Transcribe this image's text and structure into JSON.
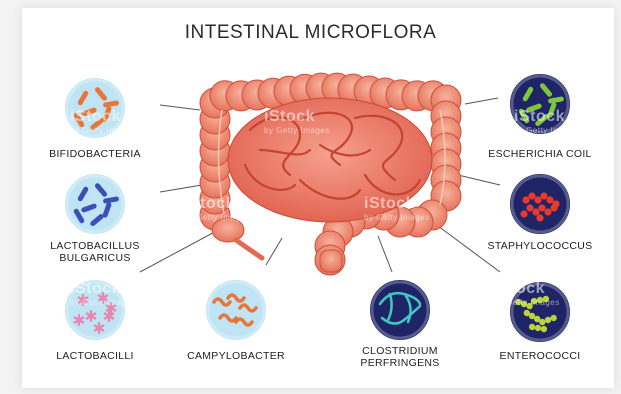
{
  "title": "INTESTINAL MICROFLORA",
  "watermark": {
    "brand": "iStock",
    "sub": "by Getty Images"
  },
  "bacteria": [
    {
      "id": "bifidobacteria",
      "label_lines": [
        "BIFIDOBACTERIA"
      ],
      "bg": "#bfe4f4",
      "shape": "rod",
      "color": "#e8763a"
    },
    {
      "id": "lactobacillus-bulgaricus",
      "label_lines": [
        "LACTOBACILLUS",
        "BULGARICUS"
      ],
      "bg": "#bfe4f4",
      "shape": "rod",
      "color": "#3b4fb8"
    },
    {
      "id": "lactobacilli",
      "label_lines": [
        "LACTOBACILLI"
      ],
      "bg": "#bfe4f4",
      "shape": "star",
      "color": "#e888b0"
    },
    {
      "id": "campylobacter",
      "label_lines": [
        "CAMPYLOBACTER"
      ],
      "bg": "#bfe4f4",
      "shape": "spiral",
      "color": "#e8763a"
    },
    {
      "id": "clostridium-perfringens",
      "label_lines": [
        "CLOSTRIDIUM",
        "PERFRINGENS"
      ],
      "bg": "#1e2466",
      "shape": "filament",
      "color": "#3fc9c0"
    },
    {
      "id": "enterococci",
      "label_lines": [
        "ENTEROCOCCI"
      ],
      "bg": "#1e2466",
      "shape": "chain",
      "color": "#b8d43a"
    },
    {
      "id": "staphylococcus",
      "label_lines": [
        "STAPHYLOCOCCUS"
      ],
      "bg": "#1e2466",
      "shape": "cocci",
      "color": "#e83a2a"
    },
    {
      "id": "escherichia-coli",
      "label_lines": [
        "ESCHERICHIA COIL"
      ],
      "bg": "#1e2466",
      "shape": "rod",
      "color": "#7ec63a"
    }
  ]
}
